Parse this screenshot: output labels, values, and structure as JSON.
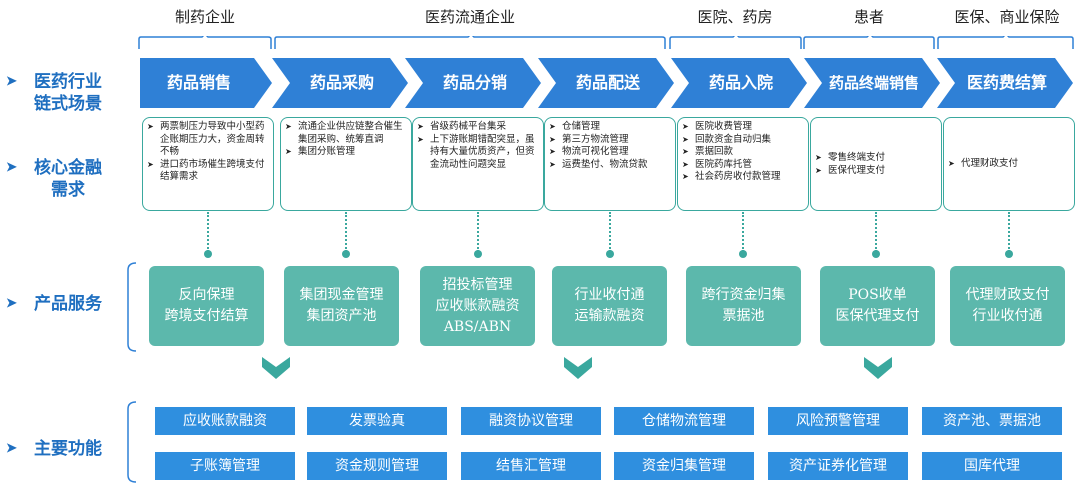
{
  "groups": [
    "制药企业",
    "医药流通企业",
    "医院、药房",
    "患者",
    "医保、商业保险"
  ],
  "rows": {
    "scene": {
      "l1": "医药行业",
      "l2": "链式场景"
    },
    "needs": {
      "l1": "核心金融",
      "l2": "需求"
    },
    "products": {
      "l1": "产品服务"
    },
    "functions": {
      "l1": "主要功能"
    }
  },
  "row_arrow": "➤",
  "stages": [
    "药品销售",
    "药品采购",
    "药品分销",
    "药品配送",
    "药品入院",
    "药品终端销售",
    "医药费结算"
  ],
  "needs": [
    [
      "两票制压力导致中小型药企账期压力大，资金周转不畅",
      "进口药市场催生跨境支付结算需求"
    ],
    [
      "流通企业供应链整合催生集团采购、统筹直调",
      "集团分账管理"
    ],
    [
      "省级药械平台集采",
      "上下游账期错配突显，虽持有大量优质资产，但资金流动性问题突显"
    ],
    [
      "仓储管理",
      "第三方物流管理",
      "物流可视化管理",
      "运费垫付、物流贷款"
    ],
    [
      "医院收费管理",
      "回款资金自动归集",
      "票据回款",
      "医院药库托管",
      "社会药房收付款管理"
    ],
    [
      "零售终端支付",
      "医保代理支付"
    ],
    [
      "代理财政支付"
    ]
  ],
  "products": [
    [
      "反向保理",
      "跨境支付结算"
    ],
    [
      "集团现金管理",
      "集团资产池"
    ],
    [
      "招投标管理",
      "应收账款融资",
      "ABS/ABN"
    ],
    [
      "行业收付通",
      "运输款融资"
    ],
    [
      "跨行资金归集",
      "票据池"
    ],
    [
      "POS收单",
      "医保代理支付"
    ],
    [
      "代理财政支付",
      "行业收付通"
    ]
  ],
  "functions": {
    "row1": [
      "应收账款融资",
      "发票验真",
      "融资协议管理",
      "仓储物流管理",
      "风险预警管理",
      "资产池、票据池"
    ],
    "row2": [
      "子账簿管理",
      "资金规则管理",
      "结售汇管理",
      "资金归集管理",
      "资产证券化管理",
      "国库代理"
    ]
  },
  "colors": {
    "arrow": "#2f80d6",
    "teal": "#3aa89e",
    "product": "#5cb8ac",
    "func": "#2f8fdf",
    "label": "#1f6fc0"
  },
  "icons": {
    "row_marker": "arrow-right-icon",
    "chevron": "chevron-down-icon"
  }
}
